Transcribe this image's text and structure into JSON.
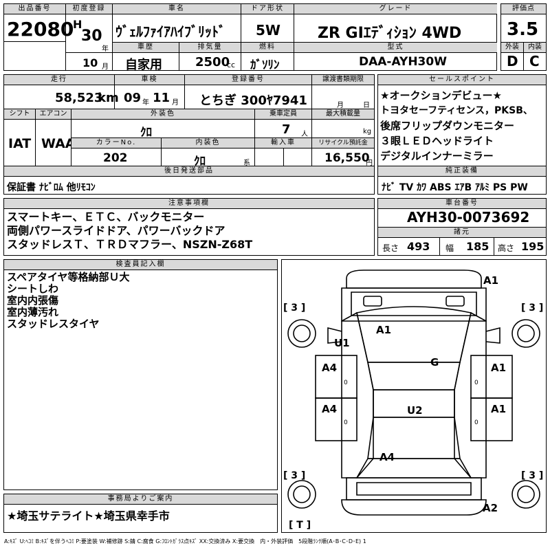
{
  "header": {
    "lot_label": "出品番号",
    "lot_value": "22080",
    "first_reg_label": "初度登録",
    "era": "H",
    "year_value": "30",
    "year_unit": "年",
    "month_value": "10",
    "month_unit": "月",
    "car_name_label": "車名",
    "car_name_value": "ｳﾞｪﾙﾌｧｲｱﾊｲﾌﾞﾘｯﾄﾞ",
    "history_label": "車歴",
    "history_value": "自家用",
    "displacement_label": "排気量",
    "displacement_value": "2500",
    "displacement_unit": "cc",
    "doors_label": "ドア形状",
    "doors_value": "5W",
    "fuel_label": "燃料",
    "fuel_value": "ｶﾞｿﾘﾝ",
    "grade_label": "グレード",
    "grade_value": "ZR GIｴﾃﾞｨｼｮﾝ 4WD",
    "model_label": "型式",
    "model_value": "DAA-AYH30W",
    "score_label": "評価点",
    "score_value": "3.5",
    "exterior_label": "外装",
    "exterior_value": "D",
    "interior_label": "内装",
    "interior_value": "C"
  },
  "row2": {
    "mileage_label": "走行",
    "mileage_value": "58,523",
    "mileage_unit": "km",
    "inspection_label": "車検",
    "insp_year": "09",
    "insp_year_unit": "年",
    "insp_month": "11",
    "insp_month_unit": "月",
    "reg_label": "登録番号",
    "reg_value": "とちぎ 300ﾔ7941",
    "transfer_label": "譲渡書類期限",
    "transfer_month": "月",
    "transfer_day": "日",
    "shift_label": "シフト",
    "shift_value": "IAT",
    "ac_label": "エアコン",
    "ac_value": "WAA",
    "color_label": "外装色",
    "color_value": "ｸﾛ",
    "capacity_label": "乗車定員",
    "capacity_value": "7",
    "capacity_unit": "人",
    "load_label": "最大積載量",
    "load_unit": "kg",
    "color_no_label": "カラーNo.",
    "color_no_value": "202",
    "int_color_label": "内装色",
    "int_color_value": "ｸﾛ",
    "int_color_unit": "系",
    "import_label": "輸入車",
    "recycle_label": "リサイクル預託金",
    "recycle_value": "16,550",
    "recycle_unit": "円",
    "later_label": "後日発送部品",
    "later_value": "保証書 ﾅﾋﾞﾛﾑ 他ﾘﾓｺﾝ"
  },
  "sales": {
    "label": "セールスポイント",
    "lines": [
      "★オークションデビュー★",
      "トヨタセーフティセンス，PKSB、",
      "後席フリップダウンモニター",
      "３眼ＬＥＤヘッドライト",
      "デジタルインナーミラー"
    ],
    "equip_label": "純正装備",
    "equip_value": "ﾅﾋﾞ TV ｶﾜ ABS ｴｱB ｱﾙﾐ PS PW"
  },
  "notes": {
    "label": "注意事項欄",
    "lines": [
      "スマートキー、ＥＴＣ、バックモニター",
      "両側パワースライドドア、パワーバックドア",
      "スタッドレスＴ、ＴＲＤマフラー、NSZN-Z68T"
    ]
  },
  "chassis": {
    "label": "車台番号",
    "value": "AYH30-0073692",
    "spec_label": "諸元",
    "length_label": "長さ",
    "length_value": "493",
    "width_label": "幅",
    "width_value": "185",
    "height_label": "高さ",
    "height_value": "195"
  },
  "inspector": {
    "label": "検査員記入欄",
    "lines": [
      "スペアタイヤ等格納部Ｕ大",
      "シートしわ",
      "室内内張傷",
      "室内薄汚れ",
      "スタッドレスタイヤ"
    ]
  },
  "diagram": {
    "marks": [
      "A1",
      "A1",
      "U1",
      "G",
      "A4",
      "A1",
      "A4",
      "A1",
      "U2",
      "A4",
      "A2"
    ],
    "tire_marks": [
      "[ 3 ]",
      "[ 3 ]",
      "[ 3 ]",
      "[ 3 ]",
      "[ T ]"
    ],
    "zeros": [
      "0",
      "0",
      "0",
      "0"
    ]
  },
  "office": {
    "label": "事務局よりご案内",
    "value": "★埼玉サテライト★埼玉県幸手市"
  },
  "legend": "A:ｷｽﾞ U:ﾍｺﾐ B:ｷｽﾞを伴うﾍｺﾐ P:要塗装 W:補修跡 S:錆 C:腐食 G:ﾌﾛﾝﾄｶﾞﾗｽ点ｷｽﾞ XX:交換済み X:要交換　内・外装評価　5段階ﾗﾝｸ順(A･B･C･D･E) 1"
}
